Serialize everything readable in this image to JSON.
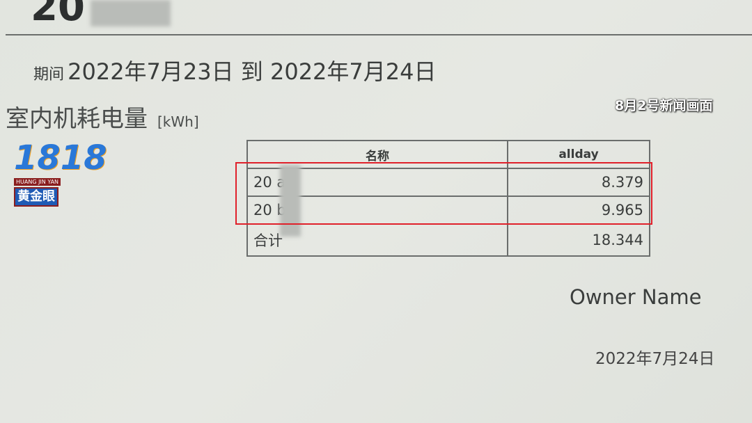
{
  "header": {
    "top_number": "20"
  },
  "period": {
    "label": "期间",
    "text": "2022年7月23日 到 2022年7月24日"
  },
  "section": {
    "title": "室内机耗电量",
    "unit": "[kWh]"
  },
  "table": {
    "headers": [
      "名称",
      "allday"
    ],
    "rows": [
      {
        "name": "20 a",
        "value": "8.379"
      },
      {
        "name": "20 b",
        "value": "9.965"
      },
      {
        "name": "合计",
        "value": "18.344"
      }
    ]
  },
  "owner": "Owner Name",
  "footer_date": "2022年7月24日",
  "overlay": {
    "caption": "8月2号新闻画面",
    "logo_number": "1818",
    "logo_pinyin": "HUANG JIN YAN",
    "logo_name": "黄金眼"
  },
  "colors": {
    "highlight": "#e0202a"
  }
}
